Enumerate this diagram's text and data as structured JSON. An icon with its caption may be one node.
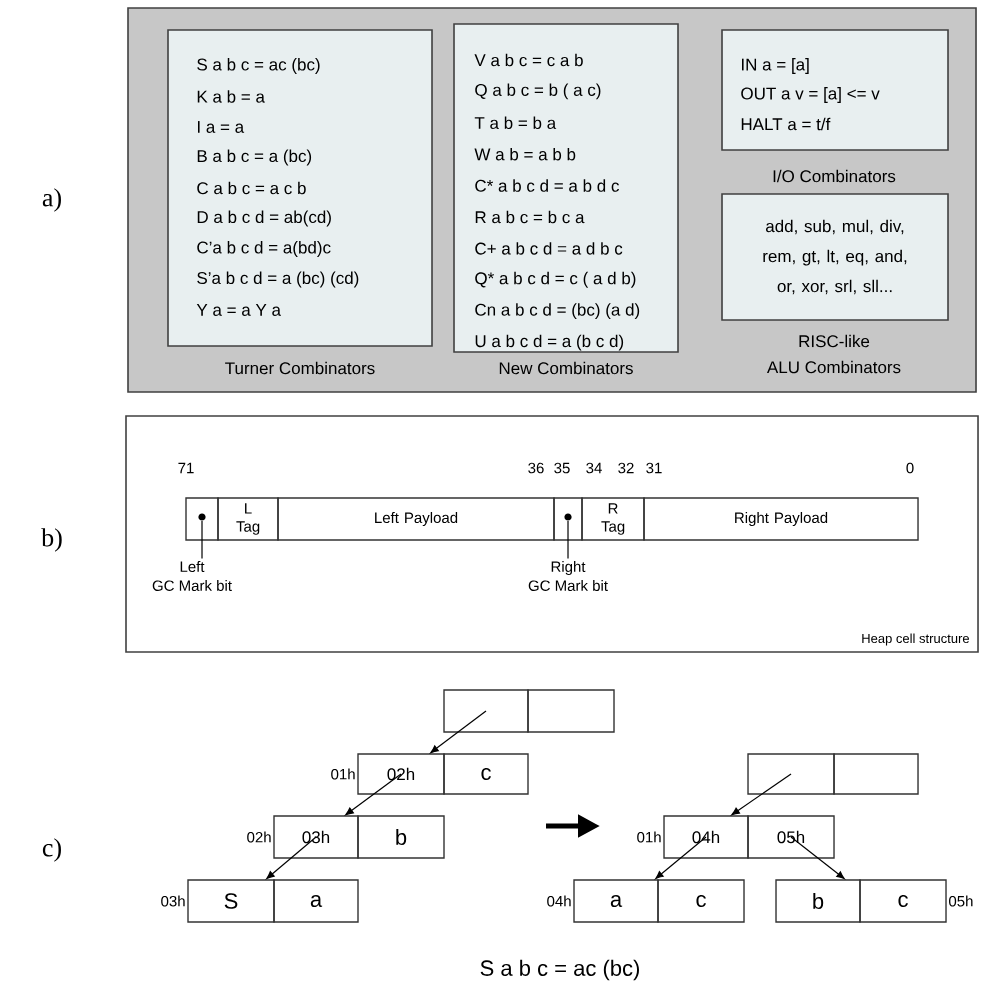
{
  "diagram": {
    "nodes": [
      {
        "text": [],
        "shape": "box"
      },
      {
        "text": [
          "S a b c = ac (bc)",
          "K a b = a",
          "I a = a",
          "B a b c = a (bc)",
          "C a b c = a c b",
          "D a b c d = ab(cd)",
          "C’a b c d = a(bd)c",
          "S’a b c d = a (bc) (cd)",
          "Y a = a Y a",
          "Turner Combinators"
        ],
        "in": 0
      },
      {
        "text": [
          "V a b c = c a b",
          "Q a b c = b ( a c)",
          "T a b = b a",
          "W a b = a b b",
          "C* a b c d = a b d c",
          "R a b c = b c a",
          "C+ a b c d = a d b c",
          "Q* a b c d = c ( a d b)",
          "Cn a b c d = (bc) (a d)",
          "U a b c d = a (b c d)",
          "New Combinators"
        ],
        "in": 0
      },
      {
        "text": [
          "IN a = [a]",
          "OUT a v = [a] <= v",
          "HALT a = t/f",
          "I/O Combinators"
        ],
        "in": 0
      },
      {
        "text": [
          "add, sub, mul, div, rem, gt, lt, eq, and, or, xor, srl, sll...",
          "RISC-like ALU Combinators"
        ],
        "in": 0
      },
      {
        "text": [
          "Heap cell structure"
        ]
      },
      {
        "text": [],
        "shape": "box",
        "in": 5
      },
      {
        "text": [
          "L Tag"
        ],
        "in": 5
      },
      {
        "text": [
          "Left Payload"
        ],
        "in": 5
      },
      {
        "text": [],
        "shape": "box",
        "in": 5
      },
      {
        "text": [
          "R Tag"
        ],
        "in": 5
      },
      {
        "text": [
          "Right Payload"
        ],
        "in": 5
      },
      {
        "text": [
          "Left GC Mark bit"
        ],
        "in": 5
      },
      {
        "text": [
          "Right GC Mark bit"
        ],
        "in": 5
      },
      {
        "text": [],
        "shape": "box"
      },
      {
        "text": [],
        "shape": "box"
      },
      {
        "text": [
          "02h"
        ],
        "beside": [
          "01h"
        ]
      },
      {
        "text": [
          "c"
        ]
      },
      {
        "text": [
          "03h"
        ],
        "beside": [
          "02h"
        ]
      },
      {
        "text": [
          "b"
        ]
      },
      {
        "text": [
          "S"
        ],
        "beside": [
          "03h"
        ]
      },
      {
        "text": [
          "a"
        ]
      },
      {
        "text": [],
        "shape": "box"
      },
      {
        "text": [],
        "shape": "box"
      },
      {
        "text": [
          "04h"
        ],
        "beside": [
          "01h"
        ]
      },
      {
        "text": [
          "05h"
        ]
      },
      {
        "text": [
          "a"
        ],
        "beside": [
          "04h"
        ]
      },
      {
        "text": [
          "c"
        ]
      },
      {
        "text": [
          "b"
        ]
      },
      {
        "text": [
          "c"
        ],
        "beside": [
          "05h"
        ]
      }
    ],
    "edges": [
      {
        "from": 12,
        "to": 6,
        "arrow": "none"
      },
      {
        "from": 13,
        "to": 9,
        "arrow": "none"
      },
      {
        "from": 14,
        "to": 16,
        "arrow": "to"
      },
      {
        "from": 16,
        "to": 18,
        "arrow": "to"
      },
      {
        "from": 18,
        "to": 20,
        "arrow": "to"
      },
      {
        "from": 22,
        "to": 24,
        "arrow": "to"
      },
      {
        "from": 24,
        "to": 26,
        "arrow": "to"
      },
      {
        "from": 25,
        "to": 28,
        "arrow": "to"
      }
    ],
    "labels": [
      "a)",
      "b)",
      "71",
      "36",
      "35",
      "34",
      "32",
      "31",
      "0",
      "c)",
      "S a b c = ac (bc)"
    ]
  }
}
